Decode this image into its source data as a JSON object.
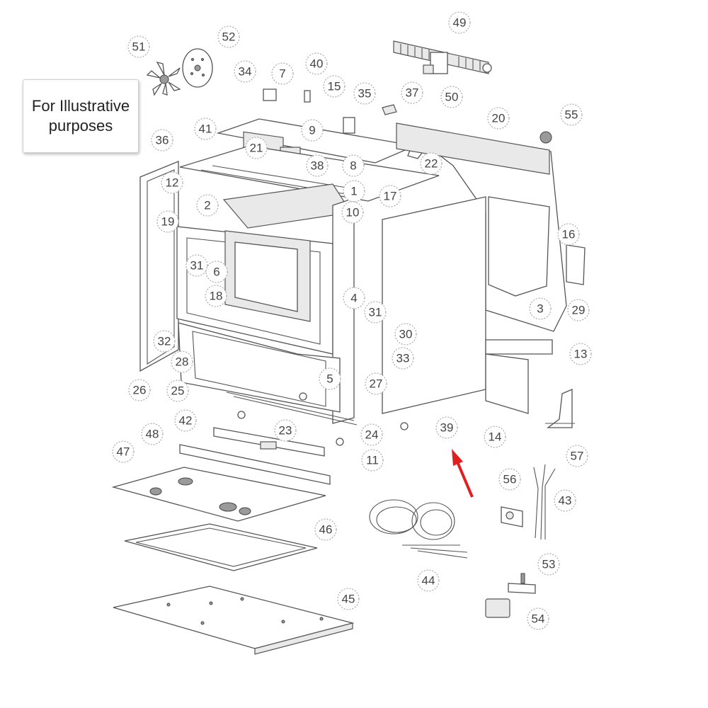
{
  "note": {
    "text": "For Illustrative\npurposes"
  },
  "arrow_color": "#e02020",
  "callouts": [
    "51",
    "52",
    "34",
    "7",
    "40",
    "15",
    "35",
    "37",
    "49",
    "50",
    "55",
    "41",
    "9",
    "20",
    "36",
    "21",
    "38",
    "8",
    "22",
    "12",
    "1",
    "17",
    "2",
    "10",
    "19",
    "16",
    "31",
    "6",
    "18",
    "4",
    "3",
    "29",
    "31",
    "30",
    "13",
    "32",
    "33",
    "28",
    "5",
    "27",
    "26",
    "25",
    "24",
    "39",
    "14",
    "42",
    "23",
    "48",
    "11",
    "57",
    "47",
    "56",
    "43",
    "46",
    "44",
    "53",
    "45",
    "54"
  ]
}
